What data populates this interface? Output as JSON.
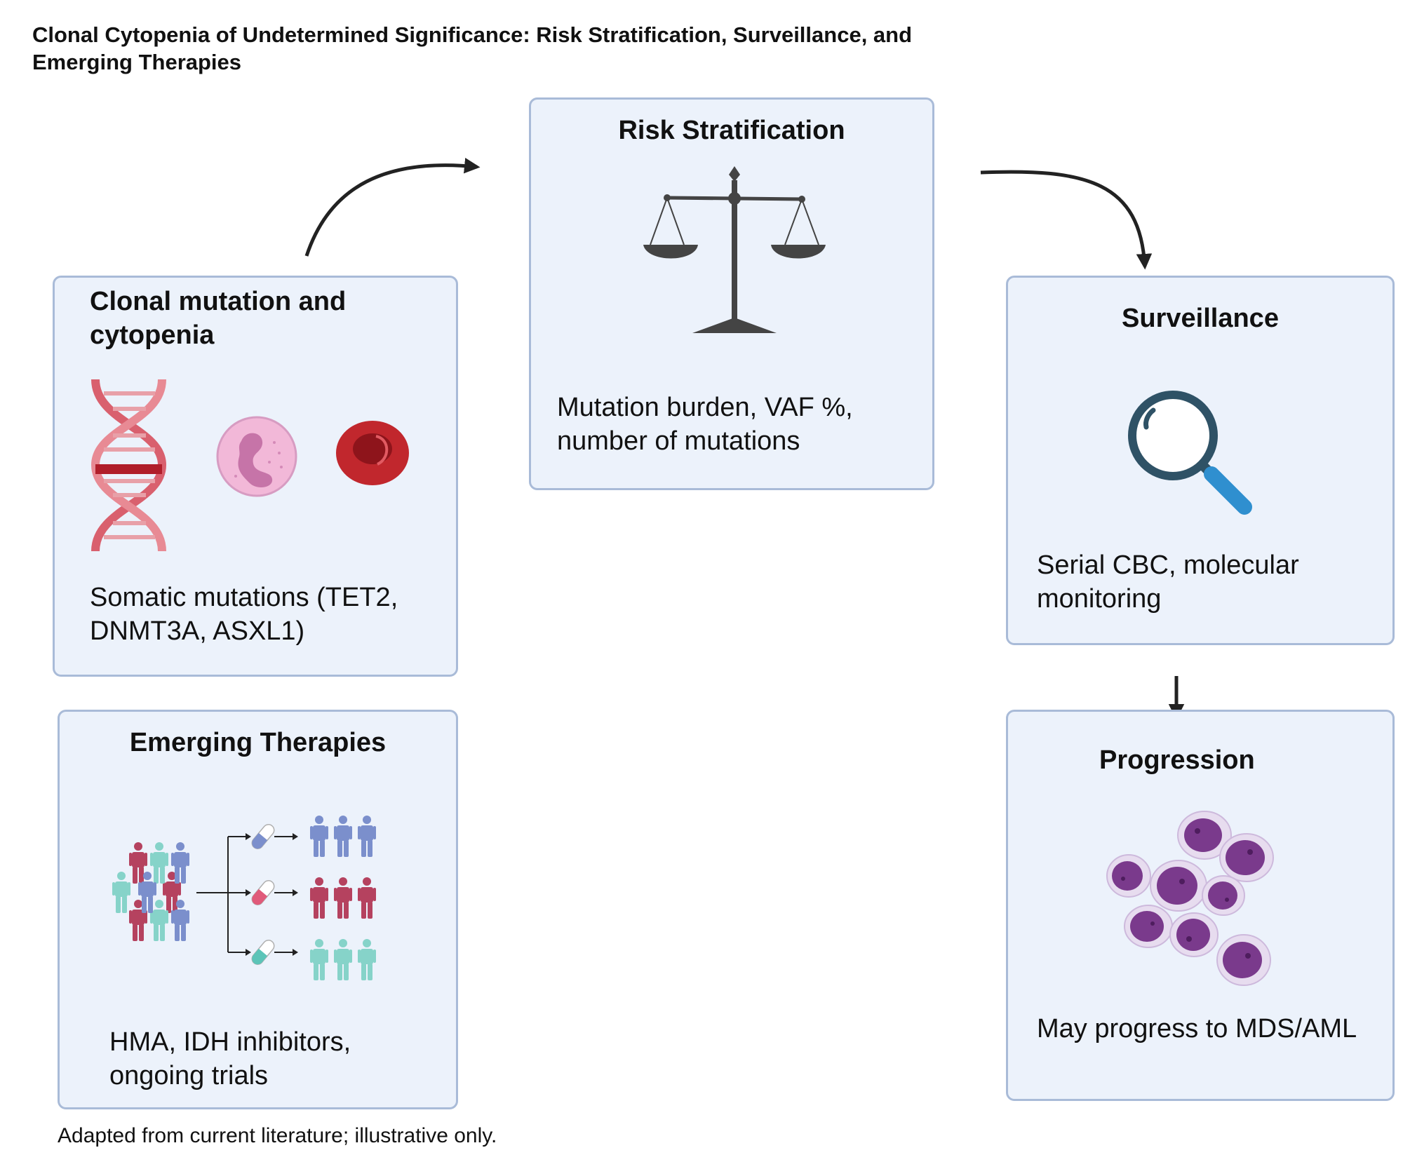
{
  "title": {
    "line1": "Clonal Cytopenia of Undetermined Significance: Risk Stratification, Surveillance, and",
    "line2": "Emerging Therapies"
  },
  "boxes": {
    "clonal": {
      "title_line1": "Clonal mutation and",
      "title_line2": "cytopenia",
      "text_line1": "Somatic mutations (TET2,",
      "text_line2": "DNMT3A, ASXL1)",
      "icons": [
        "dna-icon",
        "neutrophil-icon",
        "red-blood-cell-icon"
      ]
    },
    "risk": {
      "title": "Risk Stratification",
      "text_line1": "Mutation burden, VAF %,",
      "text_line2": "number of mutations",
      "icons": [
        "balance-scale-icon"
      ]
    },
    "surveillance": {
      "title": "Surveillance",
      "text_line1": "Serial CBC, molecular",
      "text_line2": "monitoring",
      "icons": [
        "magnifying-glass-icon"
      ]
    },
    "therapies": {
      "title": "Emerging Therapies",
      "text_line1": "HMA, IDH inhibitors,",
      "text_line2": "ongoing trials",
      "icons": [
        "patient-stratification-icon",
        "capsule-icon"
      ]
    },
    "progression": {
      "title": "Progression",
      "text_line1": "May progress to MDS/AML",
      "icons": [
        "blast-cells-icon"
      ]
    }
  },
  "footnote": "Adapted from current literature; illustrative only.",
  "colors": {
    "box_fill": "#ecf2fb",
    "box_border": "#a9bbd8",
    "arrow": "#222222",
    "dna": "#d9606e",
    "red_cell": "#c1272d",
    "magnifier_ring": "#2f5266",
    "magnifier_handle": "#2f8fcf",
    "blast_cell": "#7a3a8c",
    "people_blue": "#7b8fcc",
    "people_red": "#b5425f",
    "people_teal": "#86d3c9"
  }
}
